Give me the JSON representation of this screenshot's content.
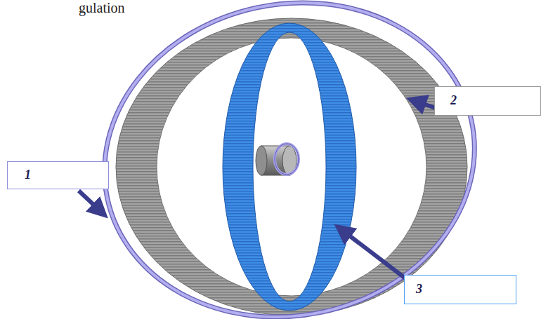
{
  "diagram": {
    "nodes": [
      {
        "text": [
          "2"
        ]
      },
      {
        "text": [
          "1"
        ]
      },
      {
        "text": [
          "3"
        ]
      }
    ],
    "labels": [
      "gulation"
    ]
  }
}
